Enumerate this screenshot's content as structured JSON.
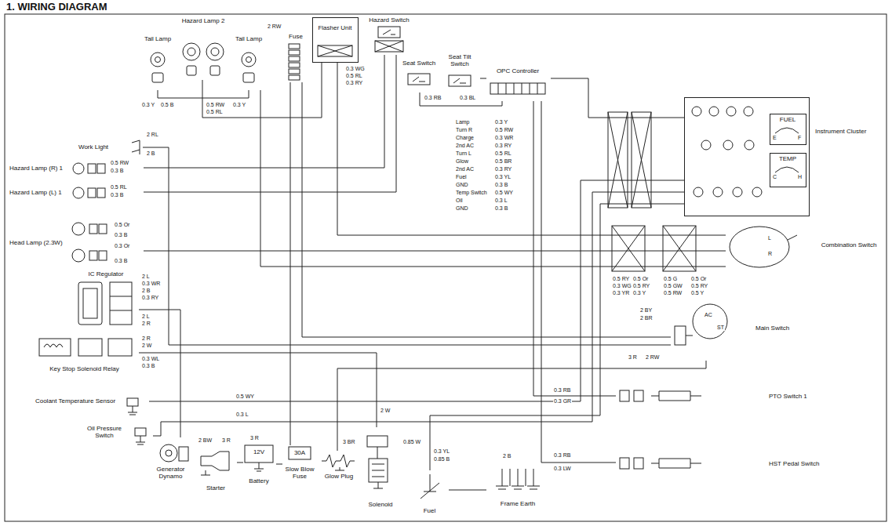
{
  "diagram": {
    "title": "1. WIRING DIAGRAM",
    "nodes": [
      {
        "text": [
          "Tail Lamp"
        ]
      },
      {
        "text": [
          "Hazard Lamp 2"
        ]
      },
      {
        "text": [
          "Tail Lamp"
        ]
      },
      {
        "text": [
          "Fuse"
        ]
      },
      {
        "text": [
          "Flasher Unit"
        ]
      },
      {
        "text": [
          "Hazard Switch"
        ]
      },
      {
        "text": [
          "Seat Switch"
        ]
      },
      {
        "text": [
          "Seat Tilt Switch"
        ]
      },
      {
        "text": [
          "OPC Controller"
        ]
      },
      {
        "text": [
          "Instrument Cluster"
        ]
      },
      {
        "text": [
          "FUEL"
        ],
        "in": 9
      },
      {
        "text": [
          "TEMP"
        ],
        "in": 9
      },
      {
        "text": [
          "Work Light"
        ]
      },
      {
        "text": [
          "Hazard Lamp (R) 1"
        ]
      },
      {
        "text": [
          "Hazard Lamp (L) 1"
        ]
      },
      {
        "text": [
          "Head Lamp (2.3W)"
        ]
      },
      {
        "text": [
          "IC Regulator"
        ]
      },
      {
        "text": [
          "Key Stop Solenoid Relay"
        ]
      },
      {
        "text": [
          "Coolant Temperature Sensor"
        ]
      },
      {
        "text": [
          "Oil Pressure Switch"
        ]
      },
      {
        "text": [
          "Generator Dynamo"
        ]
      },
      {
        "text": [
          "Starter"
        ]
      },
      {
        "text": [
          "12V",
          "Battery"
        ]
      },
      {
        "text": [
          "30A",
          "Slow Blow Fuse"
        ]
      },
      {
        "text": [
          "Glow Plug"
        ]
      },
      {
        "text": [
          "Solenoid"
        ]
      },
      {
        "text": [
          "Fuel"
        ]
      },
      {
        "text": [
          "Frame Earth"
        ]
      },
      {
        "text": [
          "Combination Switch"
        ]
      },
      {
        "text": [
          "Main Switch"
        ]
      },
      {
        "text": [
          "PTO Switch 1"
        ]
      },
      {
        "text": [
          "HST Pedal Switch"
        ]
      }
    ],
    "edges": [
      {
        "from": 3,
        "to": 29,
        "arrow": "none"
      },
      {
        "from": 4,
        "to": 28,
        "arrow": "none"
      },
      {
        "from": 5,
        "to": 13,
        "arrow": "none"
      },
      {
        "from": 5,
        "to": 14,
        "arrow": "none"
      },
      {
        "from": 8,
        "to": 9,
        "arrow": "none"
      },
      {
        "from": 6,
        "to": 8,
        "arrow": "none"
      },
      {
        "from": 7,
        "to": 8,
        "arrow": "none"
      },
      {
        "from": 12,
        "to": 29,
        "arrow": "none"
      },
      {
        "from": 15,
        "to": 28,
        "arrow": "none"
      },
      {
        "from": 16,
        "to": 20,
        "arrow": "none"
      },
      {
        "from": 17,
        "to": 25,
        "arrow": "none"
      },
      {
        "from": 18,
        "to": 9,
        "arrow": "none"
      },
      {
        "from": 19,
        "to": 9,
        "arrow": "none"
      },
      {
        "from": 21,
        "to": 22,
        "arrow": "none"
      },
      {
        "from": 22,
        "to": 23,
        "arrow": "none"
      },
      {
        "from": 23,
        "to": 3,
        "arrow": "none"
      },
      {
        "from": 24,
        "to": 29,
        "arrow": "none"
      },
      {
        "from": 26,
        "to": 9,
        "arrow": "none"
      },
      {
        "from": 30,
        "to": 8,
        "arrow": "none"
      },
      {
        "from": 31,
        "to": 8,
        "arrow": "none"
      },
      {
        "from": 1,
        "to": 4,
        "arrow": "none"
      },
      {
        "from": 0,
        "to": 2,
        "arrow": "none"
      },
      {
        "from": 2,
        "to": 28,
        "arrow": "none"
      },
      {
        "from": 26,
        "to": 27,
        "arrow": "none"
      }
    ],
    "labels": [
      "2 RW",
      "0.3 Y",
      "0.5 B",
      "0.5 RW",
      "0.5 RL",
      "0.3 Y",
      "0.3 WG",
      "0.5 RL",
      "0.3 RY",
      "0.3 RB",
      "0.3 BL",
      "Lamp",
      "Turn R",
      "Charge",
      "2nd AC",
      "Turn L",
      "Glow",
      "2nd AC",
      "Fuel",
      "GND",
      "Temp Switch",
      "Oil",
      "GND",
      "0.3 Y",
      "0.5 RW",
      "0.3 WR",
      "0.3 RY",
      "0.5 RL",
      "0.5 BR",
      "0.3 RY",
      "0.3 YL",
      "0.3 B",
      "0.5 WY",
      "0.3 L",
      "0.3 B",
      "E",
      "F",
      "C",
      "H",
      "2 RL",
      "2 B",
      "0.5 RW",
      "0.3 B",
      "0.5 RL",
      "0.3 B",
      "0.5 Or",
      "0.3 B",
      "0.3 Or",
      "0.3 B",
      "2 L",
      "0.3 WR",
      "2 B",
      "0.3 RY",
      "2 L",
      "2 R",
      "2 R",
      "2 W",
      "0.3 WL",
      "0.3 B",
      "0.5 WY",
      "0.3 L",
      "2 BW",
      "3 R",
      "3 R",
      "3 BR",
      "2 W",
      "0.85 W",
      "0.3 YL",
      "0.85 B",
      "2 B",
      "2 BY",
      "2 BR",
      "3 R",
      "2 RW",
      "AC",
      "ST",
      "0.3 RB",
      "0.3 GR",
      "0.3 RB",
      "0.3 LW",
      "0.5 RY",
      "0.3 WG",
      "0.3 YR",
      "0.5 Or",
      "0.5 RY",
      "0.3 Y",
      "0.5 G",
      "0.5 GW",
      "0.5 RW",
      "0.5 Or",
      "0.5 RY",
      "0.5 Y",
      "L",
      "R"
    ]
  }
}
